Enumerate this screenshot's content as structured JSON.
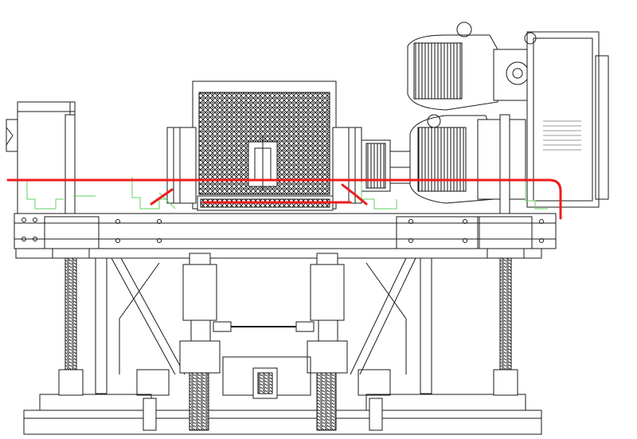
{
  "drawing": {
    "kind": "mechanical side-elevation line drawing",
    "colors": {
      "line": "#1a1a1a",
      "highlight_path": "#ee1c1c",
      "green_brackets": "#5fd35f",
      "background": "#ffffff"
    },
    "components": [
      "left-control-box",
      "crusher-housing",
      "motor",
      "gearbox",
      "base-frame",
      "support-legs",
      "hydraulic-cylinders",
      "threaded-rods",
      "scissor-braces",
      "tie-rod"
    ]
  }
}
